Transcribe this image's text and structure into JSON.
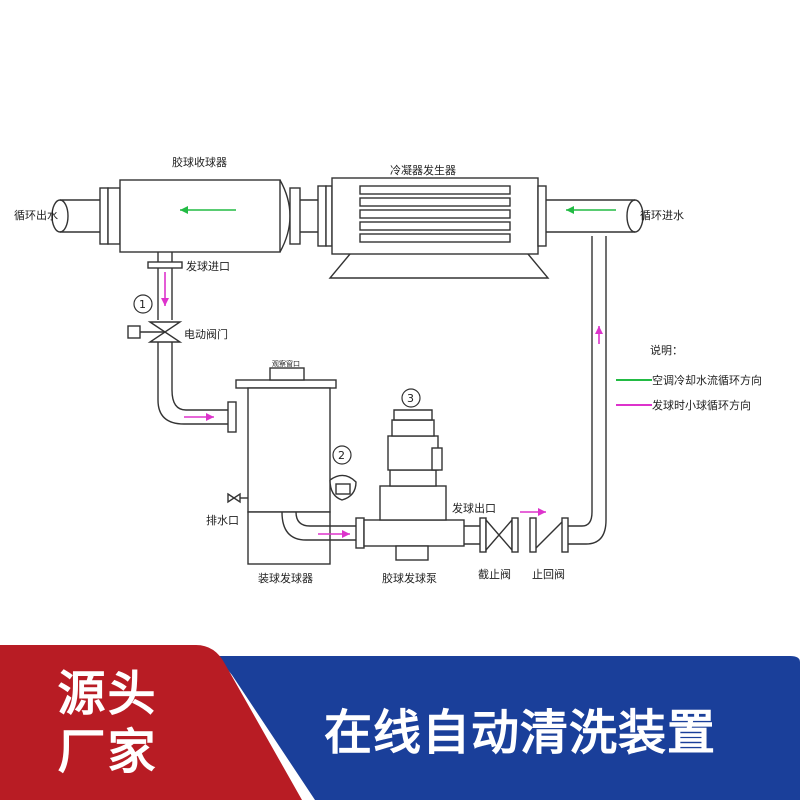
{
  "diagram": {
    "labels": {
      "collector": "胶球收球器",
      "condenser": "冷凝器发生器",
      "outlet_water": "循环出水",
      "inlet_water": "循环进水",
      "ball_inlet": "发球进口",
      "valve1_num": "1",
      "electric_valve": "电动阀门",
      "top_port": "观察窗口",
      "num2": "2",
      "num3": "3",
      "drain": "排水口",
      "loader": "装球发球器",
      "pump": "胶球发球泵",
      "ball_outlet": "发球出口",
      "stop_valve": "截止阀",
      "check_valve": "止回阀",
      "legend_title": "说明：",
      "legend_green": "空调冷却水流循环方向",
      "legend_magenta": "发球时小球循环方向"
    },
    "colors": {
      "green": "#22bb44",
      "magenta": "#dd33cc",
      "line": "#333333"
    }
  },
  "banner": {
    "left_line1": "源头",
    "left_line2": "厂家",
    "right_text": "在线自动清洗装置",
    "left_color": "#b81c24",
    "right_color": "#1a3f9a"
  }
}
